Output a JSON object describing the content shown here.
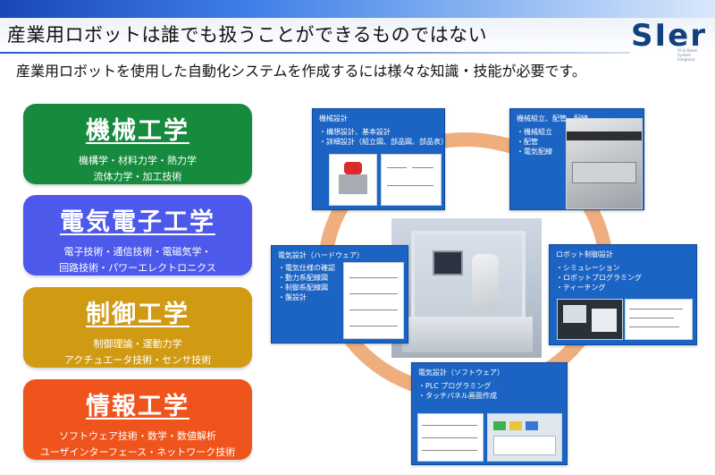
{
  "header": {
    "title": "産業用ロボットは誰でも扱うことができるものではない",
    "subtitle": "産業用ロボットを使用した自動化システムを作成するには様々な知識・技能が必要です。",
    "logo_text": "SIer",
    "logo_sub": [
      "FA & Robot System",
      "Integrator"
    ]
  },
  "cards": [
    {
      "title": "機械工学",
      "lines": [
        "機構学・材料力学・熱力学",
        "流体力学・加工技術"
      ],
      "color": "#168a3d"
    },
    {
      "title": "電気電子工学",
      "lines": [
        "電子技術・通信技術・電磁気学・",
        "回路技術・パワーエレクトロニクス"
      ],
      "color": "#4d59ea"
    },
    {
      "title": "制御工学",
      "lines": [
        "制御理論・運動力学",
        "アクチュエータ技術・センサ技術"
      ],
      "color": "#d09a13"
    },
    {
      "title": "情報工学",
      "lines": [
        "ソフトウェア技術・数学・数値解析",
        "ユーザインターフェース・ネットワーク技術"
      ],
      "color": "#ee541b"
    }
  ],
  "panels": {
    "mech": {
      "title": "機械設計",
      "items": [
        "・構想設計、基本設計",
        "・詳細設計（組立図、部品図、部品表）"
      ]
    },
    "asm": {
      "title": "機械組立、配管、配線",
      "items": [
        "・機械組立",
        "・配管",
        "・電気配線"
      ]
    },
    "hw": {
      "title": "電気設計（ハードウェア）",
      "items": [
        "・電気仕様の確認",
        "・動力系配線図",
        "・制御系配線図",
        "・盤設計"
      ]
    },
    "robot": {
      "title": "ロボット制御設計",
      "items": [
        "・シミュレーション",
        "・ロボットプログラミング",
        "・ティーチング"
      ]
    },
    "sw": {
      "title": "電気設計（ソフトウェア）",
      "items": [
        "・PLC プログラミング",
        "・タッチパネル画面作成"
      ]
    }
  },
  "colors": {
    "panel_blue": "#1b64c3",
    "ring_orange": "#efae7d",
    "title_blue": "#13407e"
  }
}
